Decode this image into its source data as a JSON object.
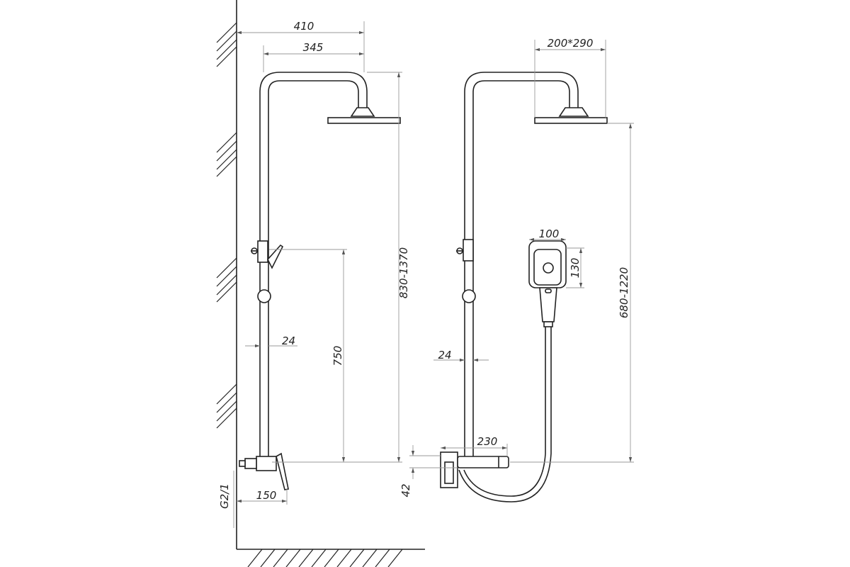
{
  "dimensions": {
    "left": {
      "arm_outer": "410",
      "arm_inner": "345",
      "height_range": "830-1370",
      "holder_height": "750",
      "pipe_diameter": "24",
      "mixer_depth": "150",
      "thread": "G2/1"
    },
    "right": {
      "head_size": "200*290",
      "handshower_width": "100",
      "handshower_height": "130",
      "height_range": "680-1220",
      "pipe_diameter": "24",
      "spout_length": "230",
      "spout_offset": "42"
    }
  },
  "colors": {
    "line": "#222222",
    "dimension_line": "#9a9a9a",
    "background": "#ffffff"
  }
}
